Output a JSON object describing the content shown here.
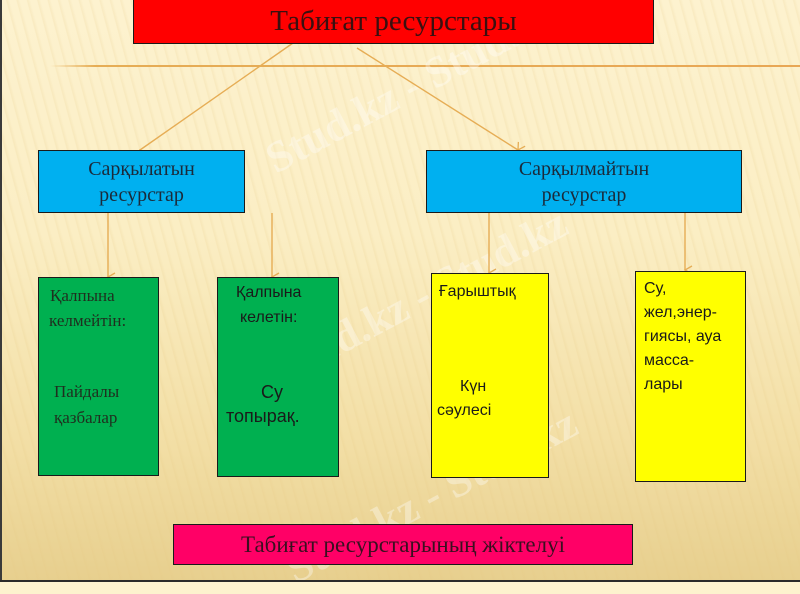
{
  "title": "Табиғат ресурстары",
  "level1": [
    {
      "line1": "Сарқылатын",
      "line2": "ресурстар"
    },
    {
      "line1": "Сарқылмайтын",
      "line2": "ресурстар"
    }
  ],
  "level2": [
    {
      "heading": "Қалпына келмейтін:",
      "heading_lines": [
        "Қалпына",
        "келмейтін:"
      ],
      "items": [
        "Пайдалы",
        "қазбалар"
      ],
      "color": "#00B050"
    },
    {
      "heading": "Қалпына келетін:",
      "heading_lines": [
        "Қалпына",
        "келетін:"
      ],
      "items": [
        "Су",
        "топырақ."
      ],
      "color": "#00B050"
    },
    {
      "heading": "Ғарыштық",
      "items": [
        "Күн",
        "сәулесі"
      ],
      "color": "#FFFF00"
    },
    {
      "lines": [
        "Су,",
        "жел,энер-",
        "гиясы, ауа",
        "масса-",
        "лары"
      ],
      "color": "#FFFF00"
    }
  ],
  "footer": "Табиғат ресурстарының жіктелуі",
  "watermark": "Stud.kz - Stud.kz",
  "colors": {
    "title": "#FF0000",
    "level1": "#00B0F0",
    "footer": "#FF0066",
    "arrows": "#E6AD55"
  }
}
